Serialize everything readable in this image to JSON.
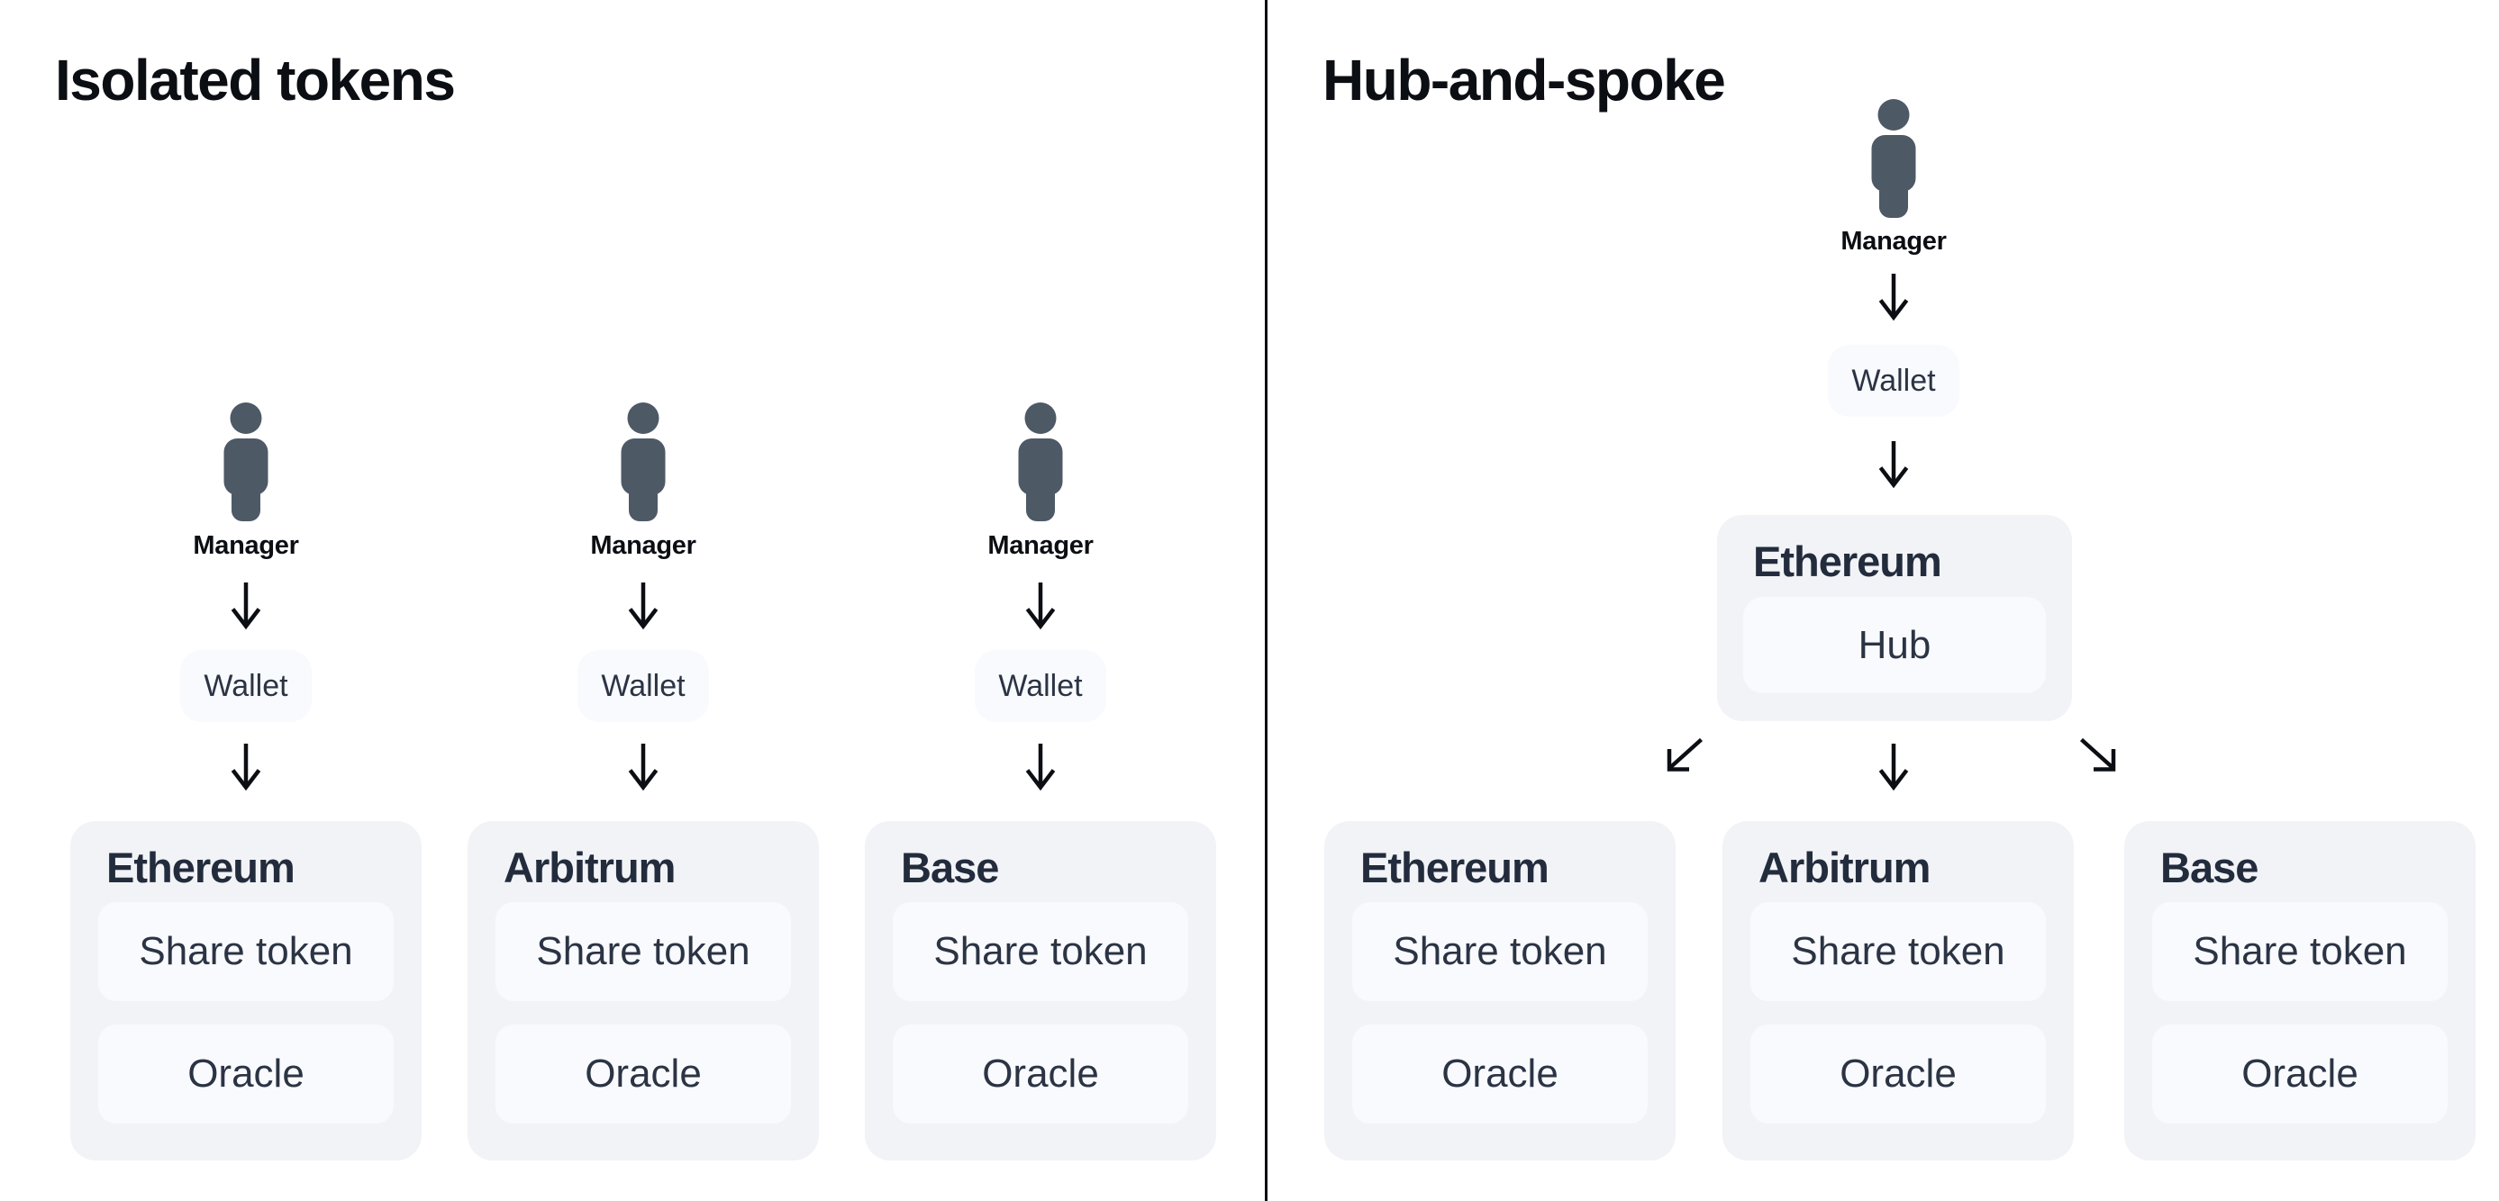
{
  "colors": {
    "page_bg": "#ffffff",
    "ink": "#0b0e13",
    "person_icon": "#4e5966",
    "card_bg": "#f1f3f7",
    "box_bg": "#f9fafd",
    "card_title_text": "#232c3c",
    "box_text": "#2b3444"
  },
  "left": {
    "title": "Isolated tokens",
    "columns": [
      {
        "manager": "Manager",
        "wallet": "Wallet",
        "card": {
          "title": "Ethereum",
          "boxes": [
            "Share token",
            "Oracle"
          ]
        }
      },
      {
        "manager": "Manager",
        "wallet": "Wallet",
        "card": {
          "title": "Arbitrum",
          "boxes": [
            "Share token",
            "Oracle"
          ]
        }
      },
      {
        "manager": "Manager",
        "wallet": "Wallet",
        "card": {
          "title": "Base",
          "boxes": [
            "Share token",
            "Oracle"
          ]
        }
      }
    ]
  },
  "right": {
    "title": "Hub-and-spoke",
    "manager": "Manager",
    "wallet": "Wallet",
    "hub": {
      "title": "Ethereum",
      "box": "Hub"
    },
    "cards": [
      {
        "title": "Ethereum",
        "boxes": [
          "Share token",
          "Oracle"
        ]
      },
      {
        "title": "Arbitrum",
        "boxes": [
          "Share token",
          "Oracle"
        ]
      },
      {
        "title": "Base",
        "boxes": [
          "Share token",
          "Oracle"
        ]
      }
    ]
  }
}
